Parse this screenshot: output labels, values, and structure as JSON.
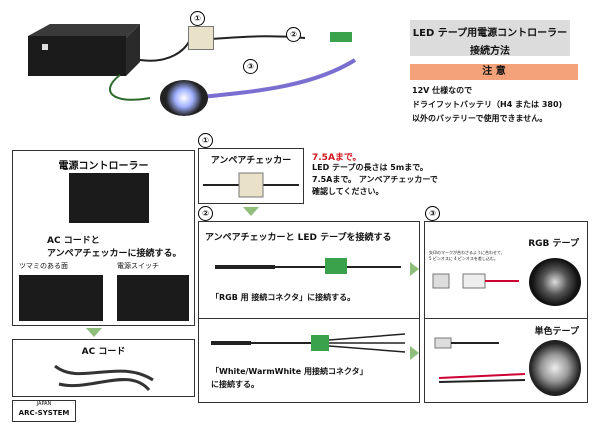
{
  "header": {
    "title_line1": "LED テープ用電源コントローラー",
    "title_line2": "接続方法"
  },
  "caution": {
    "heading": "注 意",
    "line1": "12V 仕様なので",
    "line2": "ドライフットバッテリ（H4 または 380)",
    "line3": "以外のバッテリーで使用できません。"
  },
  "top_markers": [
    "①",
    "②",
    "③"
  ],
  "power_controller": {
    "title": "電源コントローラー",
    "caption_line1": "AC コードと",
    "caption_line2": "アンペアチェッカーに接続する。",
    "label_knob": "ツマミのある面",
    "label_switch": "電源スイッチ"
  },
  "ac_cord": {
    "title": "AC コード"
  },
  "ampere_checker": {
    "marker": "①",
    "title": "アンペアチェッカー"
  },
  "note": {
    "red": "7.5Aまで。",
    "line1": "LED テープの長さは 5mまで。",
    "line2": "7.5Aまで。 アンペアチェッカーで",
    "line3": "確認してください。"
  },
  "step2": {
    "marker": "②",
    "title": "アンペアチェッカーと LED テープを接続する",
    "rgb_caption": "「RGB 用 接続コネクタ」に接続する。",
    "white_caption_line1": "「White/WarmWhite 用接続コネクタ」",
    "white_caption_line2": "に接続する。"
  },
  "step3": {
    "marker": "③",
    "rgb_title": "RGB テープ",
    "rgb_note_line1": "矢印のマークが合わさるように合わせて、",
    "rgb_note_line2": "5 ピンオスに 4 ピンオスを差し込む。",
    "mono_title": "単色テープ"
  },
  "logo": {
    "line1": "JAPAN",
    "line2": "ARC-SYSTEM"
  },
  "colors": {
    "caution_header": "#f4a27a",
    "title_bg": "#dcdcdc",
    "arrow": "#8fbf7a",
    "red": "#d4141c"
  }
}
